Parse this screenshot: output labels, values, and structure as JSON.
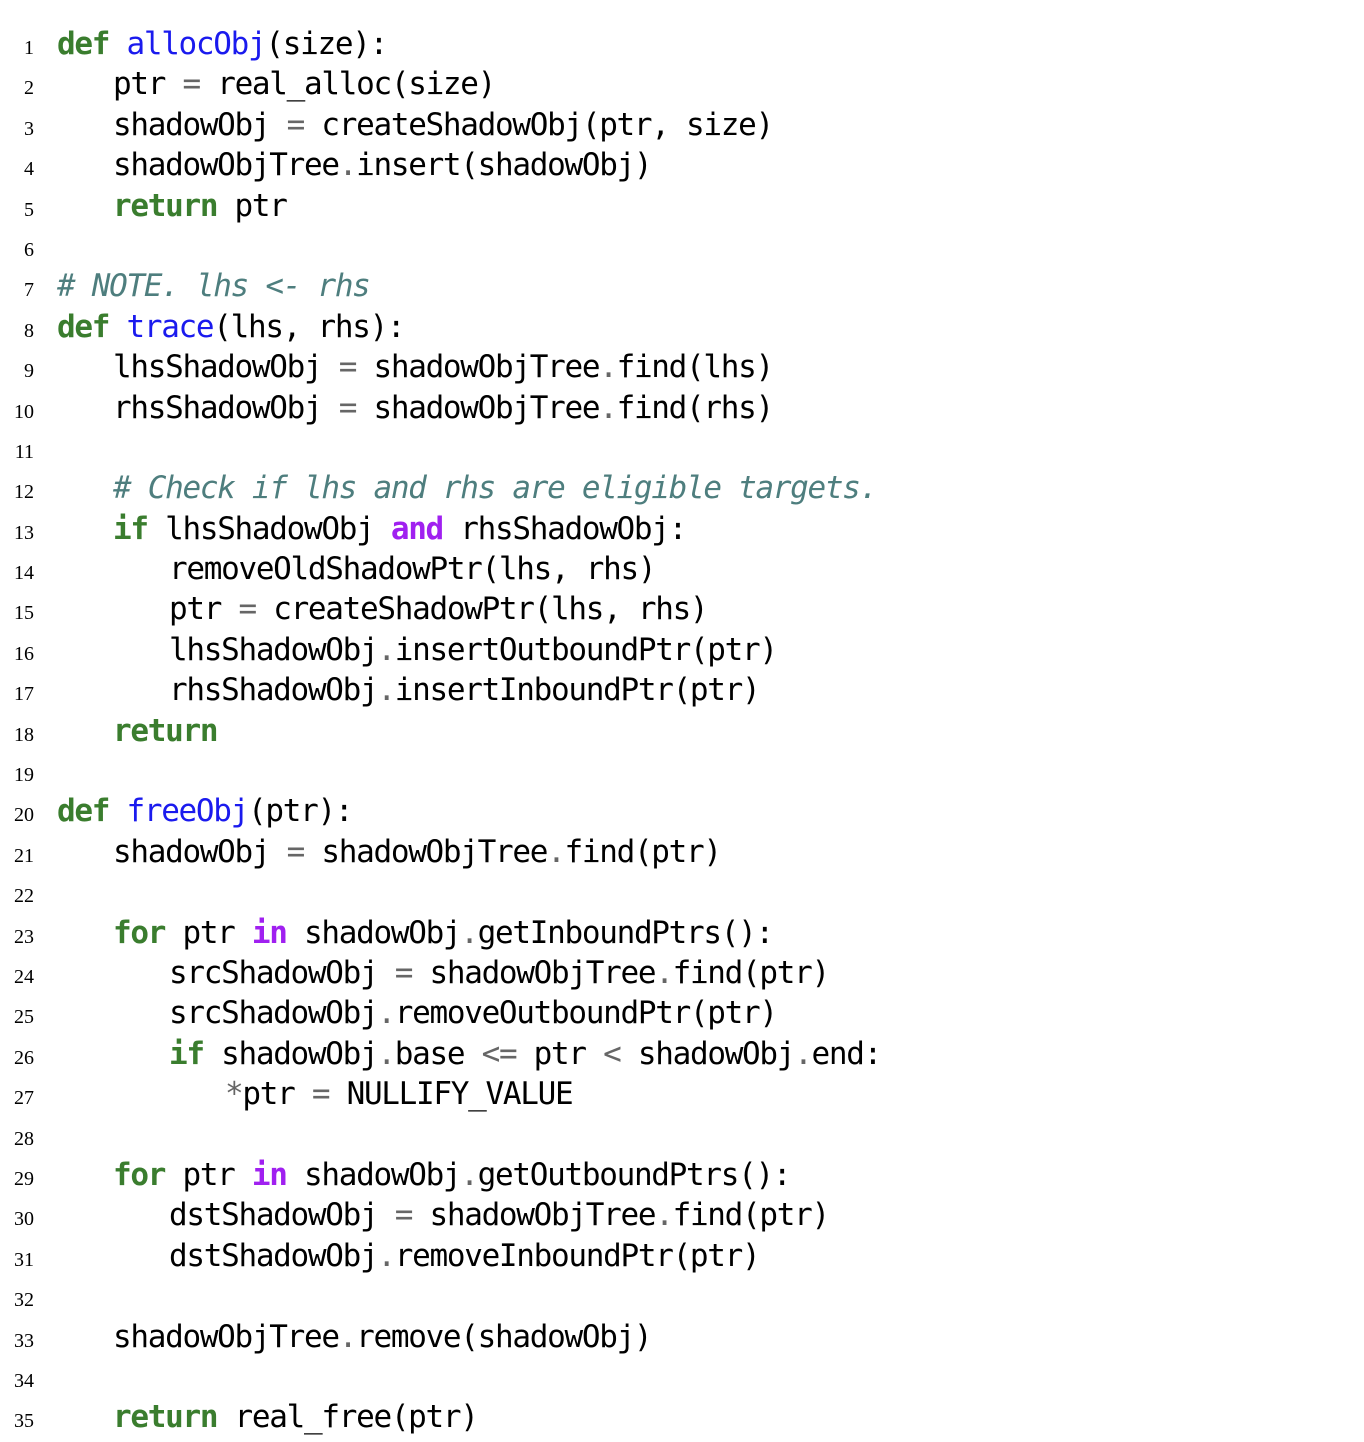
{
  "colors": {
    "keyword": "#3a7d2e",
    "operator_keyword": "#a020f0",
    "function_name": "#1a1aee",
    "comment": "#4e7e7e",
    "operator": "#666666",
    "text": "#000000"
  },
  "lines": [
    {
      "n": "1",
      "indent": 0,
      "tokens": [
        {
          "t": "def",
          "c": "kw"
        },
        {
          "t": " ",
          "c": "plain"
        },
        {
          "t": "allocObj",
          "c": "fn"
        },
        {
          "t": "(size):",
          "c": "plain"
        }
      ]
    },
    {
      "n": "2",
      "indent": 1,
      "tokens": [
        {
          "t": "ptr ",
          "c": "plain"
        },
        {
          "t": "=",
          "c": "op"
        },
        {
          "t": " real_alloc(size)",
          "c": "plain"
        }
      ]
    },
    {
      "n": "3",
      "indent": 1,
      "tokens": [
        {
          "t": "shadowObj ",
          "c": "plain"
        },
        {
          "t": "=",
          "c": "op"
        },
        {
          "t": " createShadowObj(ptr, size)",
          "c": "plain"
        }
      ]
    },
    {
      "n": "4",
      "indent": 1,
      "tokens": [
        {
          "t": "shadowObjTree",
          "c": "plain"
        },
        {
          "t": ".",
          "c": "op"
        },
        {
          "t": "insert(shadowObj)",
          "c": "plain"
        }
      ]
    },
    {
      "n": "5",
      "indent": 1,
      "tokens": [
        {
          "t": "return",
          "c": "kw"
        },
        {
          "t": " ptr",
          "c": "plain"
        }
      ]
    },
    {
      "n": "6",
      "indent": 0,
      "tokens": []
    },
    {
      "n": "7",
      "indent": 0,
      "tokens": [
        {
          "t": "# NOTE. lhs <- rhs",
          "c": "com"
        }
      ]
    },
    {
      "n": "8",
      "indent": 0,
      "tokens": [
        {
          "t": "def",
          "c": "kw"
        },
        {
          "t": " ",
          "c": "plain"
        },
        {
          "t": "trace",
          "c": "fn"
        },
        {
          "t": "(lhs, rhs):",
          "c": "plain"
        }
      ]
    },
    {
      "n": "9",
      "indent": 1,
      "tokens": [
        {
          "t": "lhsShadowObj ",
          "c": "plain"
        },
        {
          "t": "=",
          "c": "op"
        },
        {
          "t": " shadowObjTree",
          "c": "plain"
        },
        {
          "t": ".",
          "c": "op"
        },
        {
          "t": "find(lhs)",
          "c": "plain"
        }
      ]
    },
    {
      "n": "10",
      "indent": 1,
      "tokens": [
        {
          "t": "rhsShadowObj ",
          "c": "plain"
        },
        {
          "t": "=",
          "c": "op"
        },
        {
          "t": " shadowObjTree",
          "c": "plain"
        },
        {
          "t": ".",
          "c": "op"
        },
        {
          "t": "find(rhs)",
          "c": "plain"
        }
      ]
    },
    {
      "n": "11",
      "indent": 0,
      "tokens": []
    },
    {
      "n": "12",
      "indent": 1,
      "tokens": [
        {
          "t": "# Check if lhs and rhs are eligible targets.",
          "c": "com"
        }
      ]
    },
    {
      "n": "13",
      "indent": 1,
      "tokens": [
        {
          "t": "if",
          "c": "kw"
        },
        {
          "t": " lhsShadowObj ",
          "c": "plain"
        },
        {
          "t": "and",
          "c": "op-kw"
        },
        {
          "t": " rhsShadowObj:",
          "c": "plain"
        }
      ]
    },
    {
      "n": "14",
      "indent": 2,
      "tokens": [
        {
          "t": "removeOldShadowPtr(lhs, rhs)",
          "c": "plain"
        }
      ]
    },
    {
      "n": "15",
      "indent": 2,
      "tokens": [
        {
          "t": "ptr ",
          "c": "plain"
        },
        {
          "t": "=",
          "c": "op"
        },
        {
          "t": " createShadowPtr(lhs, rhs)",
          "c": "plain"
        }
      ]
    },
    {
      "n": "16",
      "indent": 2,
      "tokens": [
        {
          "t": "lhsShadowObj",
          "c": "plain"
        },
        {
          "t": ".",
          "c": "op"
        },
        {
          "t": "insertOutboundPtr(ptr)",
          "c": "plain"
        }
      ]
    },
    {
      "n": "17",
      "indent": 2,
      "tokens": [
        {
          "t": "rhsShadowObj",
          "c": "plain"
        },
        {
          "t": ".",
          "c": "op"
        },
        {
          "t": "insertInboundPtr(ptr)",
          "c": "plain"
        }
      ]
    },
    {
      "n": "18",
      "indent": 1,
      "tokens": [
        {
          "t": "return",
          "c": "kw"
        }
      ]
    },
    {
      "n": "19",
      "indent": 0,
      "tokens": []
    },
    {
      "n": "20",
      "indent": 0,
      "tokens": [
        {
          "t": "def",
          "c": "kw"
        },
        {
          "t": " ",
          "c": "plain"
        },
        {
          "t": "freeObj",
          "c": "fn"
        },
        {
          "t": "(ptr):",
          "c": "plain"
        }
      ]
    },
    {
      "n": "21",
      "indent": 1,
      "tokens": [
        {
          "t": "shadowObj ",
          "c": "plain"
        },
        {
          "t": "=",
          "c": "op"
        },
        {
          "t": " shadowObjTree",
          "c": "plain"
        },
        {
          "t": ".",
          "c": "op"
        },
        {
          "t": "find(ptr)",
          "c": "plain"
        }
      ]
    },
    {
      "n": "22",
      "indent": 0,
      "tokens": []
    },
    {
      "n": "23",
      "indent": 1,
      "tokens": [
        {
          "t": "for",
          "c": "kw"
        },
        {
          "t": " ptr ",
          "c": "plain"
        },
        {
          "t": "in",
          "c": "op-kw"
        },
        {
          "t": " shadowObj",
          "c": "plain"
        },
        {
          "t": ".",
          "c": "op"
        },
        {
          "t": "getInboundPtrs():",
          "c": "plain"
        }
      ]
    },
    {
      "n": "24",
      "indent": 2,
      "tokens": [
        {
          "t": "srcShadowObj ",
          "c": "plain"
        },
        {
          "t": "=",
          "c": "op"
        },
        {
          "t": " shadowObjTree",
          "c": "plain"
        },
        {
          "t": ".",
          "c": "op"
        },
        {
          "t": "find(ptr)",
          "c": "plain"
        }
      ]
    },
    {
      "n": "25",
      "indent": 2,
      "tokens": [
        {
          "t": "srcShadowObj",
          "c": "plain"
        },
        {
          "t": ".",
          "c": "op"
        },
        {
          "t": "removeOutboundPtr(ptr)",
          "c": "plain"
        }
      ]
    },
    {
      "n": "26",
      "indent": 2,
      "tokens": [
        {
          "t": "if",
          "c": "kw"
        },
        {
          "t": " shadowObj",
          "c": "plain"
        },
        {
          "t": ".",
          "c": "op"
        },
        {
          "t": "base ",
          "c": "plain"
        },
        {
          "t": "<=",
          "c": "op"
        },
        {
          "t": " ptr ",
          "c": "plain"
        },
        {
          "t": "<",
          "c": "op"
        },
        {
          "t": " shadowObj",
          "c": "plain"
        },
        {
          "t": ".",
          "c": "op"
        },
        {
          "t": "end:",
          "c": "plain"
        }
      ]
    },
    {
      "n": "27",
      "indent": 3,
      "tokens": [
        {
          "t": "*",
          "c": "op"
        },
        {
          "t": "ptr ",
          "c": "plain"
        },
        {
          "t": "=",
          "c": "op"
        },
        {
          "t": " NULLIFY_VALUE",
          "c": "plain"
        }
      ]
    },
    {
      "n": "28",
      "indent": 0,
      "tokens": []
    },
    {
      "n": "29",
      "indent": 1,
      "tokens": [
        {
          "t": "for",
          "c": "kw"
        },
        {
          "t": " ptr ",
          "c": "plain"
        },
        {
          "t": "in",
          "c": "op-kw"
        },
        {
          "t": " shadowObj",
          "c": "plain"
        },
        {
          "t": ".",
          "c": "op"
        },
        {
          "t": "getOutboundPtrs():",
          "c": "plain"
        }
      ]
    },
    {
      "n": "30",
      "indent": 2,
      "tokens": [
        {
          "t": "dstShadowObj ",
          "c": "plain"
        },
        {
          "t": "=",
          "c": "op"
        },
        {
          "t": " shadowObjTree",
          "c": "plain"
        },
        {
          "t": ".",
          "c": "op"
        },
        {
          "t": "find(ptr)",
          "c": "plain"
        }
      ]
    },
    {
      "n": "31",
      "indent": 2,
      "tokens": [
        {
          "t": "dstShadowObj",
          "c": "plain"
        },
        {
          "t": ".",
          "c": "op"
        },
        {
          "t": "removeInboundPtr(ptr)",
          "c": "plain"
        }
      ]
    },
    {
      "n": "32",
      "indent": 0,
      "tokens": []
    },
    {
      "n": "33",
      "indent": 1,
      "tokens": [
        {
          "t": "shadowObjTree",
          "c": "plain"
        },
        {
          "t": ".",
          "c": "op"
        },
        {
          "t": "remove(shadowObj)",
          "c": "plain"
        }
      ]
    },
    {
      "n": "34",
      "indent": 0,
      "tokens": []
    },
    {
      "n": "35",
      "indent": 1,
      "tokens": [
        {
          "t": "return",
          "c": "kw"
        },
        {
          "t": " real_free(ptr)",
          "c": "plain"
        }
      ]
    }
  ]
}
